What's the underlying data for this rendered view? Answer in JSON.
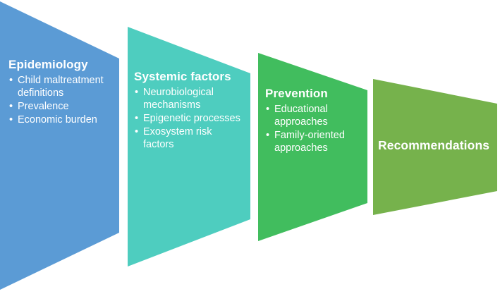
{
  "diagram": {
    "type": "funnel-process",
    "background_color": "#FFFFFF",
    "stages": [
      {
        "id": "epidemiology",
        "title": "Epidemiology",
        "color": "#5B9BD5",
        "bullet_glyph": "•",
        "bullets": [
          "Child maltreatment definitions",
          "Prevalence",
          "Economic burden"
        ]
      },
      {
        "id": "systemic-factors",
        "title": "Systemic factors",
        "color": "#4ECDBF",
        "bullet_glyph": "•",
        "bullets": [
          "Neurobiological mechanisms",
          "Epigenetic processes",
          "Exosystem risk factors"
        ]
      },
      {
        "id": "prevention",
        "title": "Prevention",
        "color": "#41BD5E",
        "bullet_glyph": "•",
        "bullets": [
          "Educational approaches",
          "Family-oriented approaches"
        ]
      },
      {
        "id": "recommendations",
        "title": "Recommendations",
        "color": "#76B24C",
        "bullet_glyph": "•",
        "bullets": []
      }
    ]
  }
}
